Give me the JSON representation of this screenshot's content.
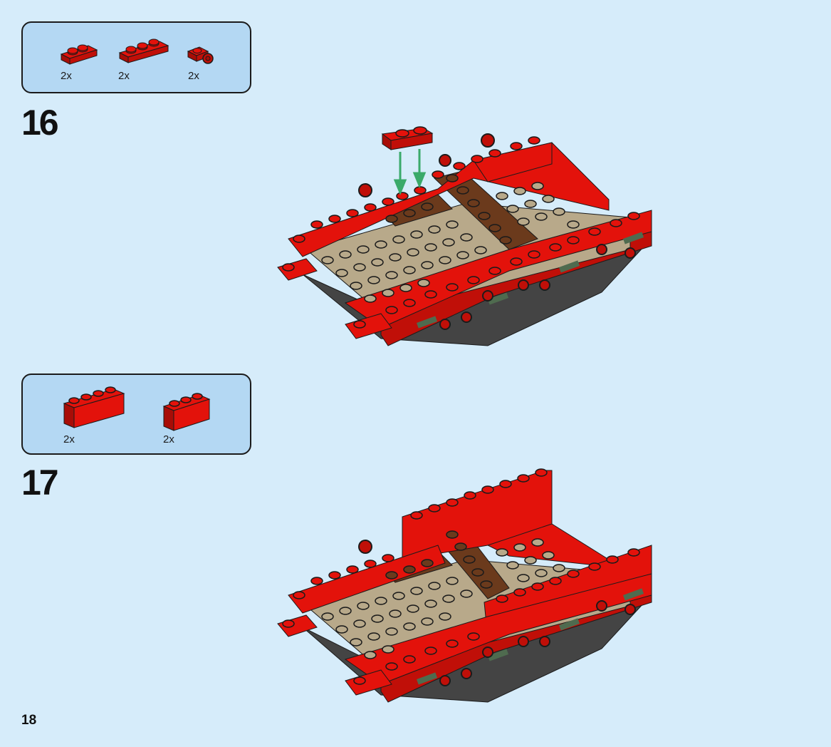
{
  "page": {
    "background_color": "#d6ecfa",
    "page_number": "18"
  },
  "colors": {
    "parts_box_fill": "#b4d8f3",
    "parts_box_border": "#1b1b1b",
    "brick_red": "#e3120b",
    "brick_red_dark": "#a80d07",
    "brick_red_shadow": "#c00f08",
    "tan": "#b8a98a",
    "tan_dark": "#8e8168",
    "brown": "#6b3a1c",
    "brown_dark": "#4a260f",
    "stud_dark": "#222222",
    "green_arrow": "#3aaa6a",
    "dark_green": "#4f6b4f"
  },
  "steps": [
    {
      "number": "16",
      "parts": [
        {
          "name": "plate-1x2-red",
          "quantity": "2x"
        },
        {
          "name": "plate-1x3-red",
          "quantity": "2x"
        },
        {
          "name": "plate-1x1-clip-red",
          "quantity": "2x"
        }
      ],
      "instruction": "Attach 1x2 red plate onto studs (green arrows indicate placement)"
    },
    {
      "number": "17",
      "parts": [
        {
          "name": "brick-1x4-red",
          "quantity": "2x"
        },
        {
          "name": "brick-1x3-red",
          "quantity": "2x"
        }
      ],
      "instruction": "Add red bricks to build side walls"
    }
  ]
}
